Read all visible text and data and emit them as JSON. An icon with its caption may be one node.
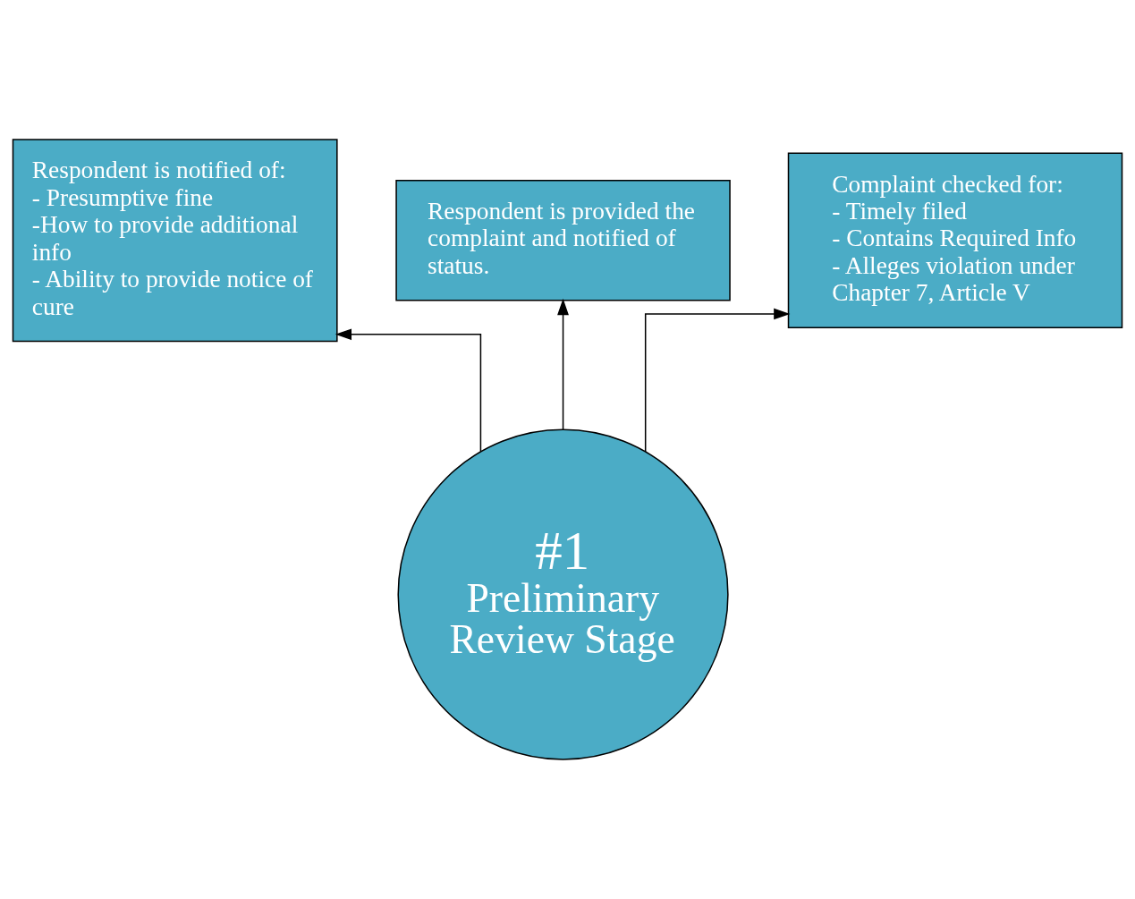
{
  "diagram": {
    "nodes": [
      {
        "text": [
          "Respondent is notified of:",
          " - Presumptive fine",
          "-How to provide additional info",
          "- Ability to provide notice of cure"
        ]
      },
      {
        "text": [
          "Respondent is provided the complaint and notified of status."
        ]
      },
      {
        "text": [
          "Complaint checked for:",
          "- Timely filed",
          "- Contains Required Info",
          "- Alleges violation under Chapter 7, Article V"
        ]
      },
      {
        "text": [
          "#1",
          "Preliminary Review Stage"
        ]
      }
    ],
    "edges": [
      {
        "from": 3,
        "to": 0,
        "arrow": "to"
      },
      {
        "from": 3,
        "to": 1,
        "arrow": "to"
      },
      {
        "from": 3,
        "to": 2,
        "arrow": "to"
      }
    ]
  }
}
